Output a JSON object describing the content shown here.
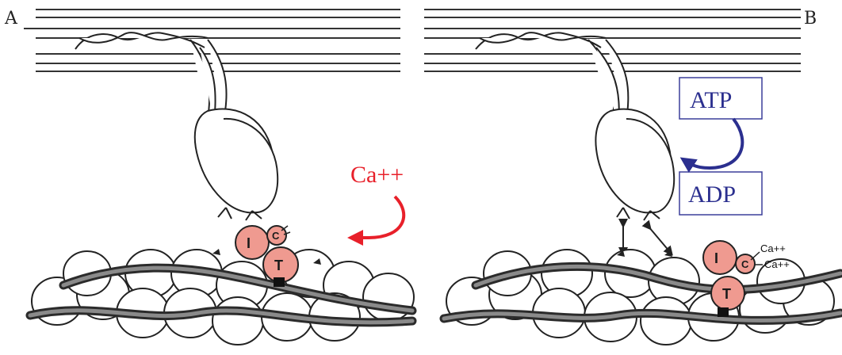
{
  "panels": [
    {
      "letter": "A",
      "ion_label": "Ca++",
      "troponin": {
        "I": "I",
        "C": "C",
        "T": "T"
      }
    },
    {
      "letter": "B",
      "energy_top": "ATP",
      "energy_bottom": "ADP",
      "troponin": {
        "I": "I",
        "C": "C",
        "T": "T"
      },
      "calcium_a": "Ca++",
      "calcium_b": "Ca++"
    }
  ],
  "colors": {
    "calcium_red": "#e8202a",
    "atp_blue": "#2b2f8f",
    "troponin_fill": "#ef9a90"
  }
}
